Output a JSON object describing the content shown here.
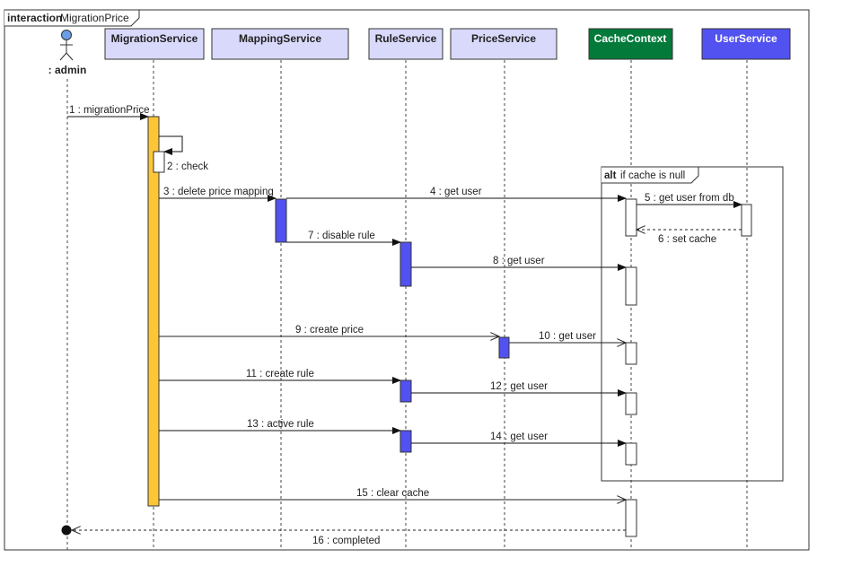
{
  "frame": {
    "keyword": "interaction",
    "name": "MigrationPrice"
  },
  "actor": {
    "label": ": admin"
  },
  "lifelines": [
    {
      "id": "migration",
      "label": "MigrationService",
      "fill": "#d9d9fb",
      "text_color": "#222222"
    },
    {
      "id": "mapping",
      "label": "MappingService",
      "fill": "#d9d9fb",
      "text_color": "#222222"
    },
    {
      "id": "rule",
      "label": "RuleService",
      "fill": "#d9d9fb",
      "text_color": "#222222"
    },
    {
      "id": "price",
      "label": "PriceService",
      "fill": "#d9d9fb",
      "text_color": "#222222"
    },
    {
      "id": "cache",
      "label": "CacheContext",
      "fill": "#037a3a",
      "text_color": "#ffffff"
    },
    {
      "id": "user",
      "label": "UserService",
      "fill": "#5252f0",
      "text_color": "#ffffff"
    }
  ],
  "alt_fragment": {
    "keyword": "alt",
    "guard": "if cache is null"
  },
  "messages": [
    {
      "label": "1 : migrationPrice",
      "type": "sync"
    },
    {
      "label": "2 : check",
      "type": "self"
    },
    {
      "label": "3 : delete price mapping",
      "type": "sync"
    },
    {
      "label": "4 : get user",
      "type": "sync"
    },
    {
      "label": "5 : get user from db",
      "type": "sync"
    },
    {
      "label": "6 : set  cache",
      "type": "return"
    },
    {
      "label": "7 : disable rule",
      "type": "sync"
    },
    {
      "label": "8 : get user",
      "type": "sync"
    },
    {
      "label": "9 : create price",
      "type": "async"
    },
    {
      "label": "10 : get user",
      "type": "async"
    },
    {
      "label": "11 : create rule",
      "type": "sync"
    },
    {
      "label": "12 : get user",
      "type": "sync"
    },
    {
      "label": "13 : active rule",
      "type": "sync"
    },
    {
      "label": "14 : get user",
      "type": "sync"
    },
    {
      "label": "15 : clear cache",
      "type": "async"
    },
    {
      "label": "16 : completed",
      "type": "return"
    }
  ],
  "colors": {
    "main_activation": "#fcc637",
    "service_activation": "#5252f0",
    "actor_head": "#6b9ee6",
    "cache_activation": "#ffffff"
  }
}
